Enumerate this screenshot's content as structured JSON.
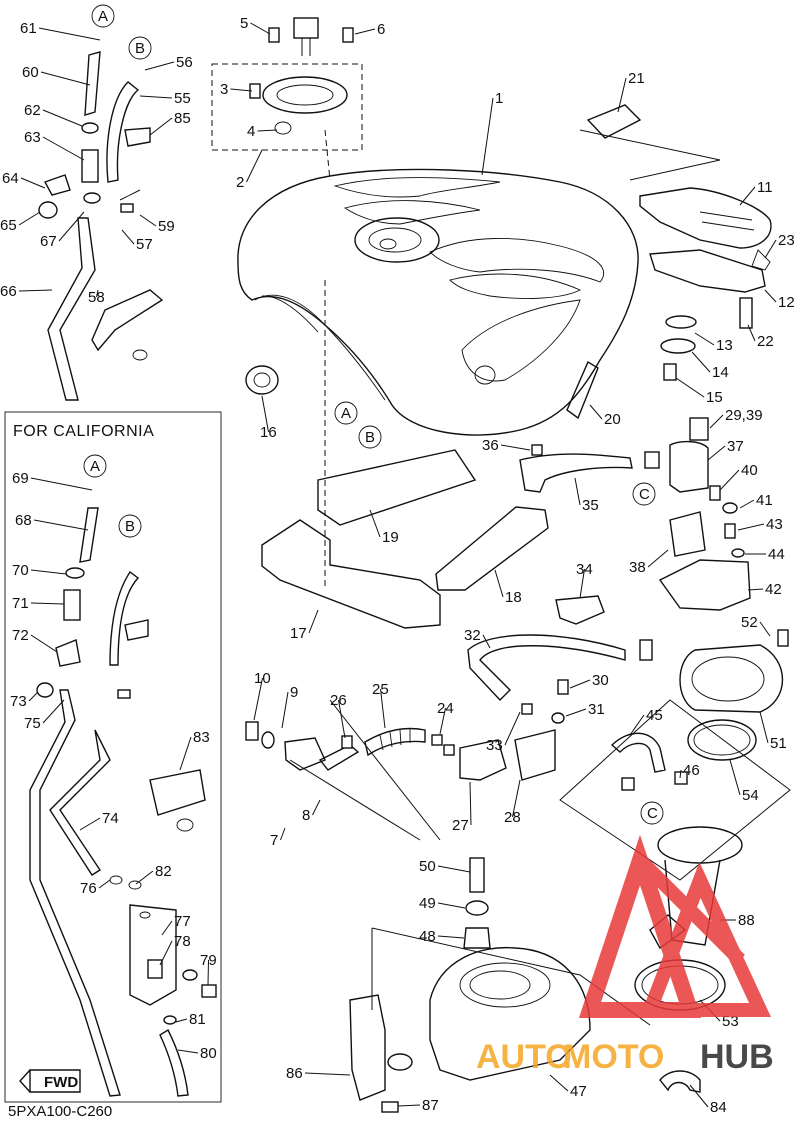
{
  "diagram": {
    "code": "5PXA100-C260",
    "california_label": "FOR CALIFORNIA",
    "fwd_label": "FWD",
    "circle_refs": [
      "A",
      "B",
      "C"
    ],
    "watermark": {
      "left": "AUTO",
      "mid": "MOTO",
      "right": "HUB",
      "color_left": "#f5a623",
      "color_right": "#2a2a2a",
      "logo_color": "#e83a3a"
    },
    "callouts": [
      "1",
      "2",
      "3",
      "4",
      "5",
      "6",
      "7",
      "8",
      "9",
      "10",
      "11",
      "12",
      "13",
      "14",
      "15",
      "16",
      "17",
      "18",
      "19",
      "20",
      "21",
      "22",
      "23",
      "24",
      "25",
      "26",
      "27",
      "28",
      "29,39",
      "30",
      "31",
      "32",
      "33",
      "34",
      "35",
      "36",
      "37",
      "38",
      "40",
      "41",
      "42",
      "43",
      "44",
      "45",
      "46",
      "47",
      "48",
      "49",
      "50",
      "51",
      "52",
      "53",
      "54",
      "55",
      "56",
      "57",
      "58",
      "59",
      "60",
      "61",
      "62",
      "63",
      "64",
      "65",
      "66",
      "67",
      "68",
      "69",
      "70",
      "71",
      "72",
      "73",
      "74",
      "75",
      "76",
      "77",
      "78",
      "79",
      "80",
      "81",
      "82",
      "83",
      "84",
      "85",
      "86",
      "87",
      "88"
    ]
  }
}
